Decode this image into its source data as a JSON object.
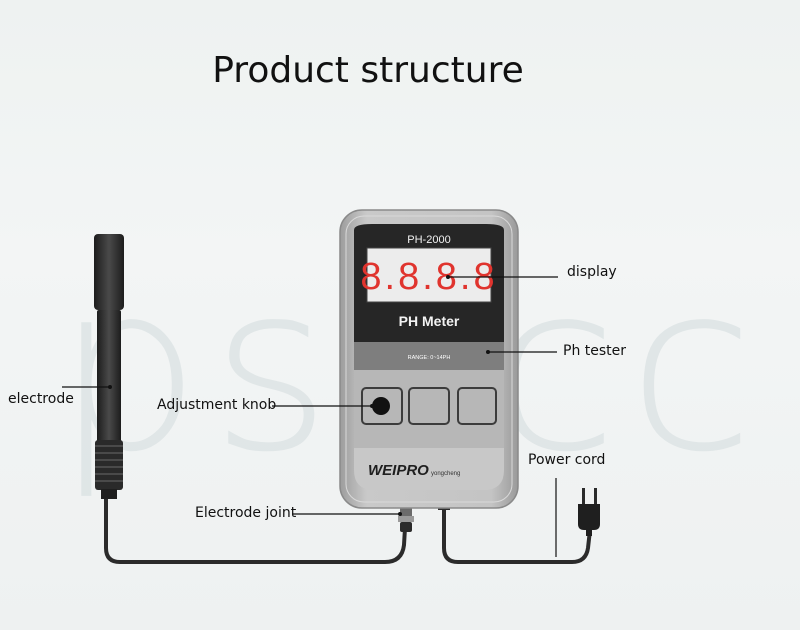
{
  "title": "Product structure",
  "watermark": "psocc",
  "device": {
    "model": "PH-2000",
    "display_digits": "8.8.8.8",
    "product_name": "PH Meter",
    "range": "RANGE: 0~14PH",
    "brand": "WEIPRO",
    "brand_sub": "yongcheng"
  },
  "labels": {
    "display": "display",
    "ph_tester": "Ph tester",
    "electrode": "electrode",
    "adjustment_knob": "Adjustment knob",
    "power_cord": "Power cord",
    "electrode_joint": "Electrode joint"
  },
  "colors": {
    "housing": "#b3b3b3",
    "panel_dark": "#262626",
    "display_red": "#e0342e",
    "cable": "#2b2b2b"
  }
}
